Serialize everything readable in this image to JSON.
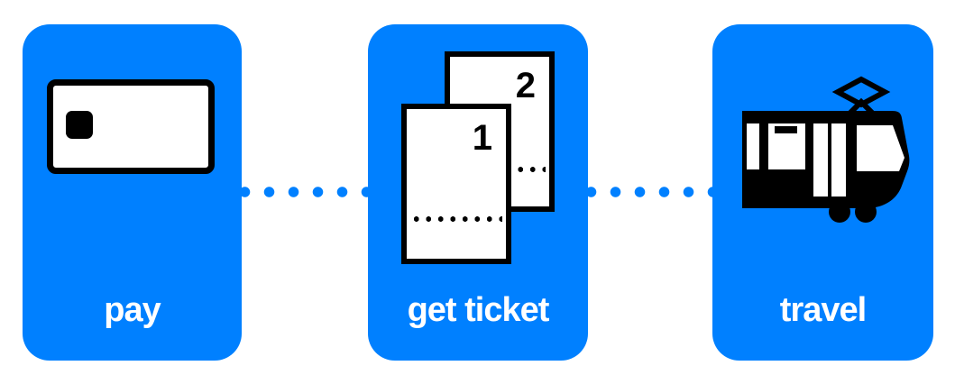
{
  "palette": {
    "card_blue": "#0080ff",
    "icon_black": "#000000",
    "icon_white": "#ffffff",
    "label_text": "#ffffff"
  },
  "steps": [
    {
      "id": "pay",
      "label": "pay",
      "icon": "credit-card-icon"
    },
    {
      "id": "get-ticket",
      "label": "get ticket",
      "icon": "tickets-icon",
      "tickets": [
        {
          "number": "1"
        },
        {
          "number": "2"
        }
      ]
    },
    {
      "id": "travel",
      "label": "travel",
      "icon": "tram-icon"
    }
  ],
  "connectors": {
    "style": "dotted",
    "count": 2,
    "color": "#0080ff"
  }
}
